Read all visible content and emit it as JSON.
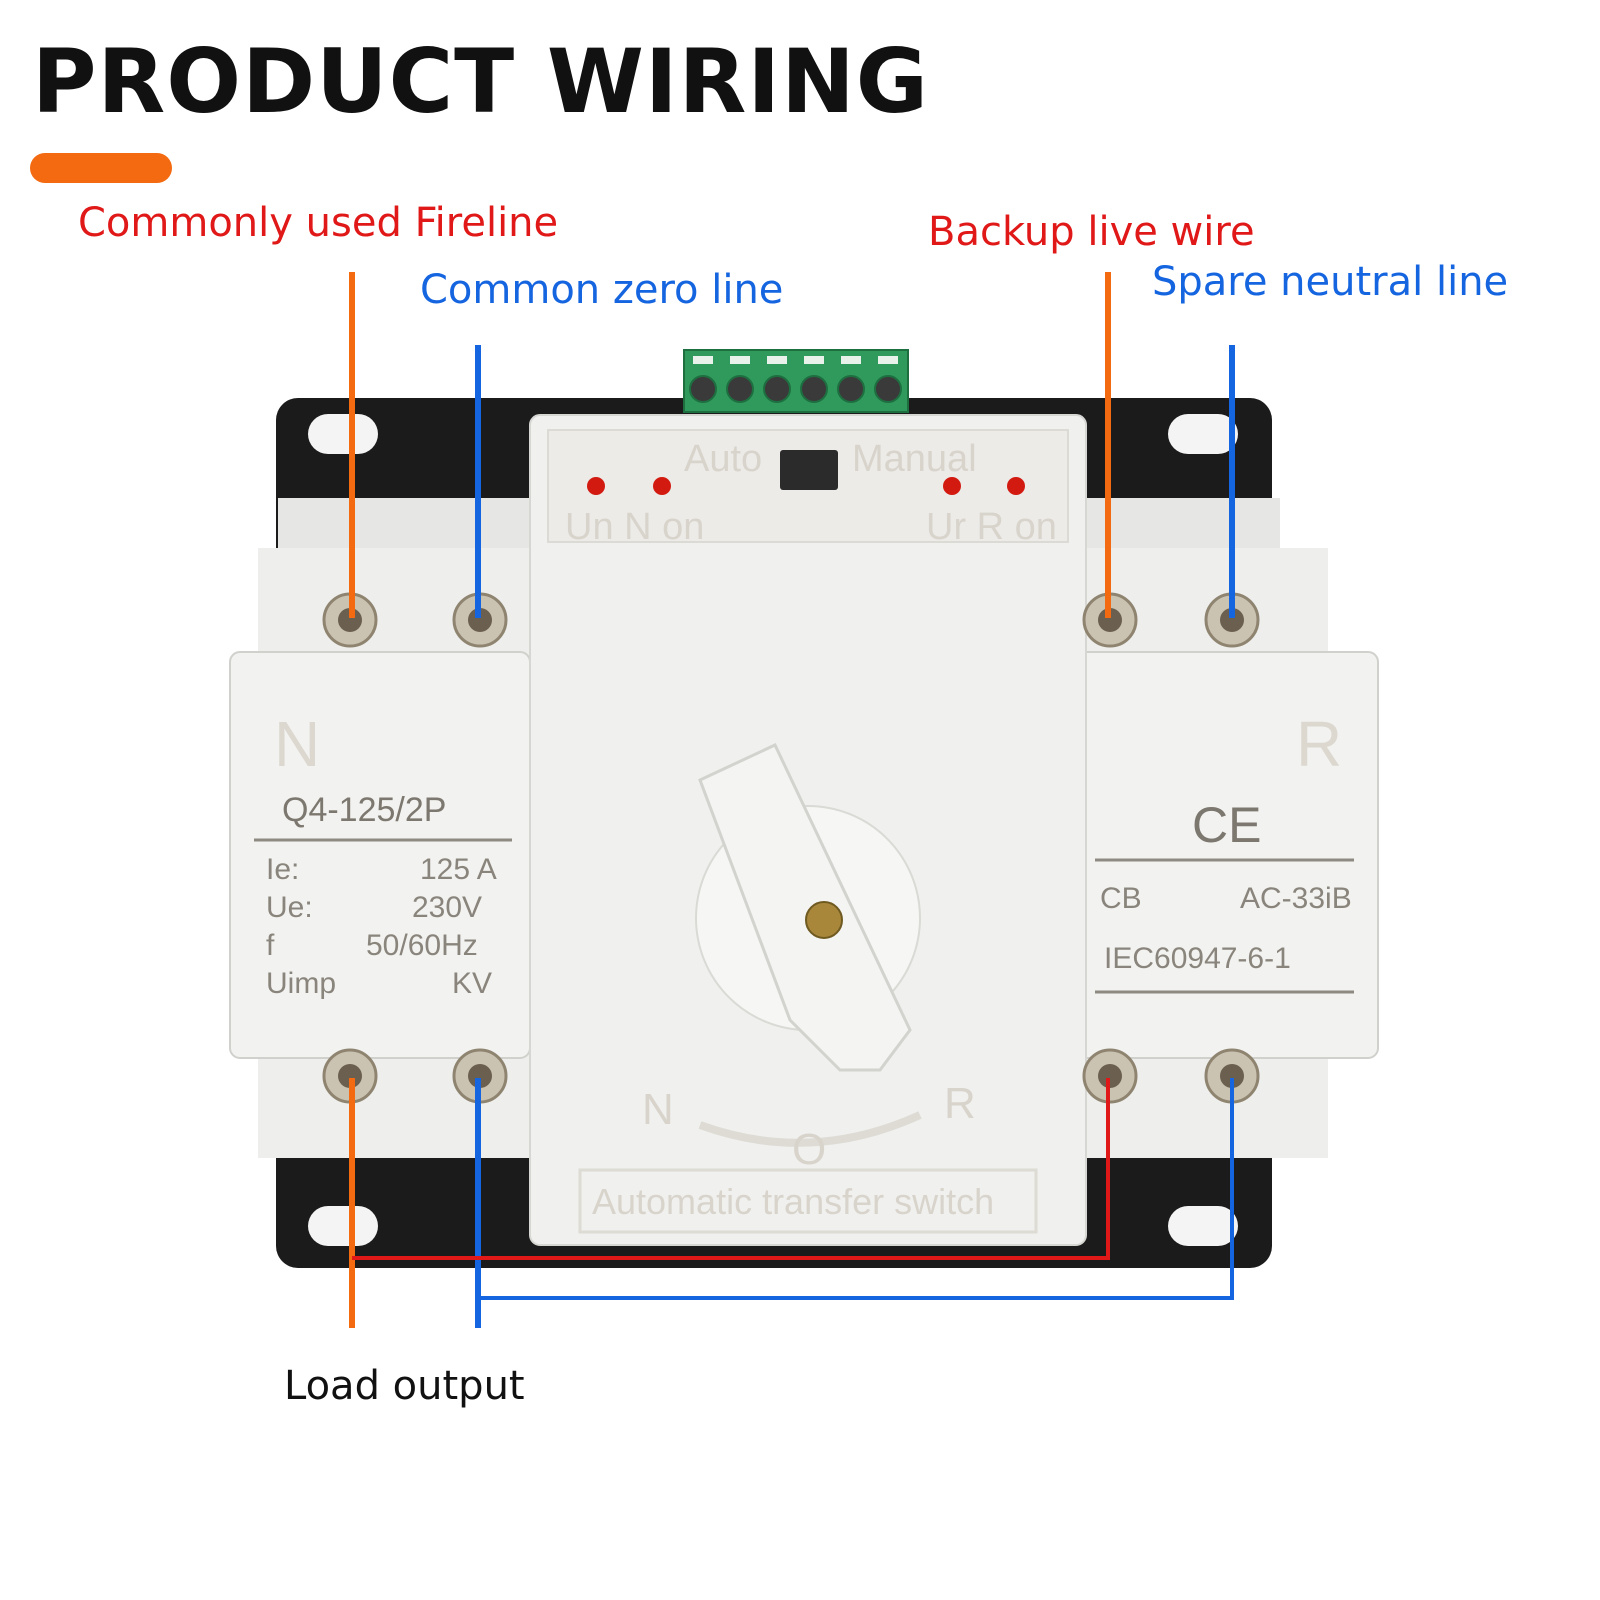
{
  "title": "PRODUCT WIRING",
  "colors": {
    "title": "#111111",
    "accent_bar": "#f36a10",
    "fire_line": "#f36a10",
    "zero_line": "#1565e0",
    "label_red": "#e01818",
    "label_blue": "#1565e0",
    "load_wire_red": "#e01818"
  },
  "callouts": {
    "commonly_used_fireline": "Commonly used Fireline",
    "common_zero_line": "Common zero line",
    "backup_live_wire": "Backup live wire",
    "spare_neutral_line": "Spare neutral line",
    "load_output": "Load output"
  },
  "device": {
    "mode_auto": "Auto",
    "mode_manual": "Manual",
    "led_un_n_on": "Un N on",
    "led_ur_r_on": "Ur R on",
    "left_pole": "N",
    "right_pole": "R",
    "model": "Q4-125/2P",
    "specs": [
      {
        "key": "Ie:",
        "value": "125 A"
      },
      {
        "key": "Ue:",
        "value": "230V"
      },
      {
        "key": "f",
        "value": "50/60Hz"
      },
      {
        "key": "Uimp",
        "value": "KV"
      }
    ],
    "ce_mark": "CE",
    "cb": "CB",
    "category": "AC-33iB",
    "standard": "IEC60947-6-1",
    "dial_n": "N",
    "dial_o": "O",
    "dial_r": "R",
    "footer": "Automatic transfer switch"
  }
}
